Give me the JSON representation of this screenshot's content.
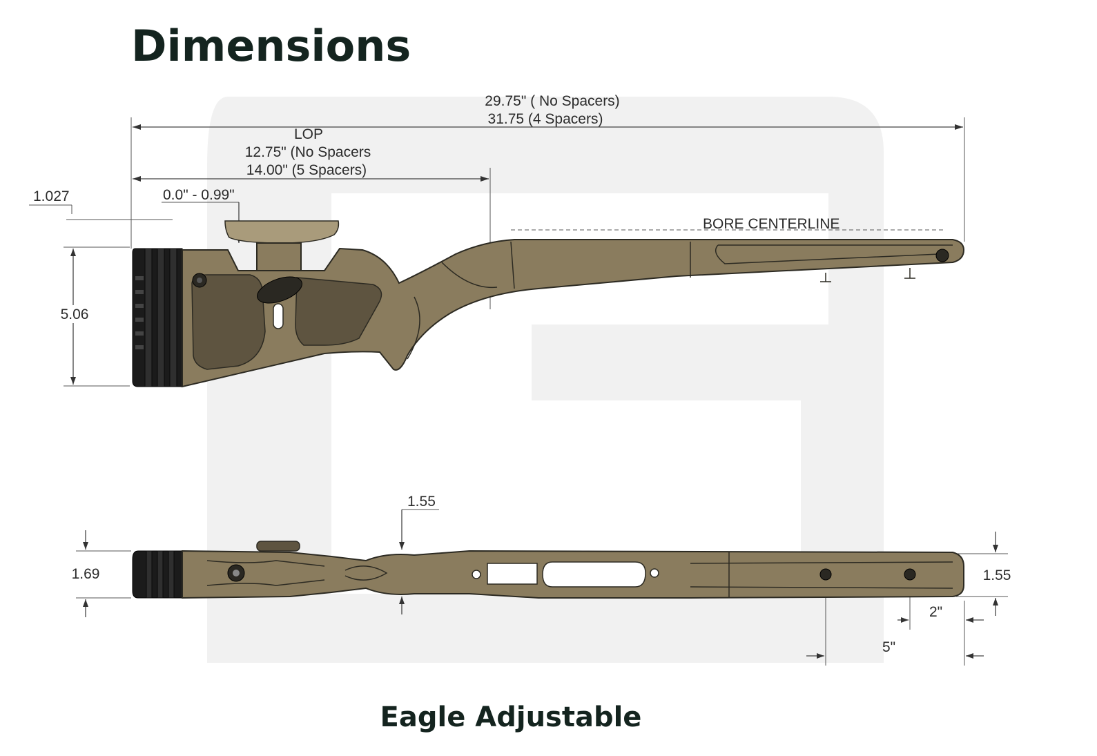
{
  "title": "Dimensions",
  "subtitle": "Eagle Adjustable",
  "side_view": {
    "overall_length": [
      "29.75\" ( No Spacers)",
      "31.75 (4 Spacers)"
    ],
    "lop": [
      "LOP",
      "12.75\" (No Spacers",
      "14.00\" (5 Spacers)"
    ],
    "cheek_height": "1.027",
    "cheek_adjust": "0.0\" - 0.99\"",
    "bore_label": "BORE CENTERLINE",
    "butt_height": "5.06"
  },
  "bottom_view": {
    "grip_width_label": "1.55",
    "butt_width": "1.69",
    "forend_width": "1.55",
    "stud_rear": "2\"",
    "stud_front": "5\""
  },
  "colors": {
    "title": "#14241f",
    "stock": "#8a7c5e",
    "recoil_pad": "#1b1b1b",
    "watermark": "#f1f1f1"
  }
}
